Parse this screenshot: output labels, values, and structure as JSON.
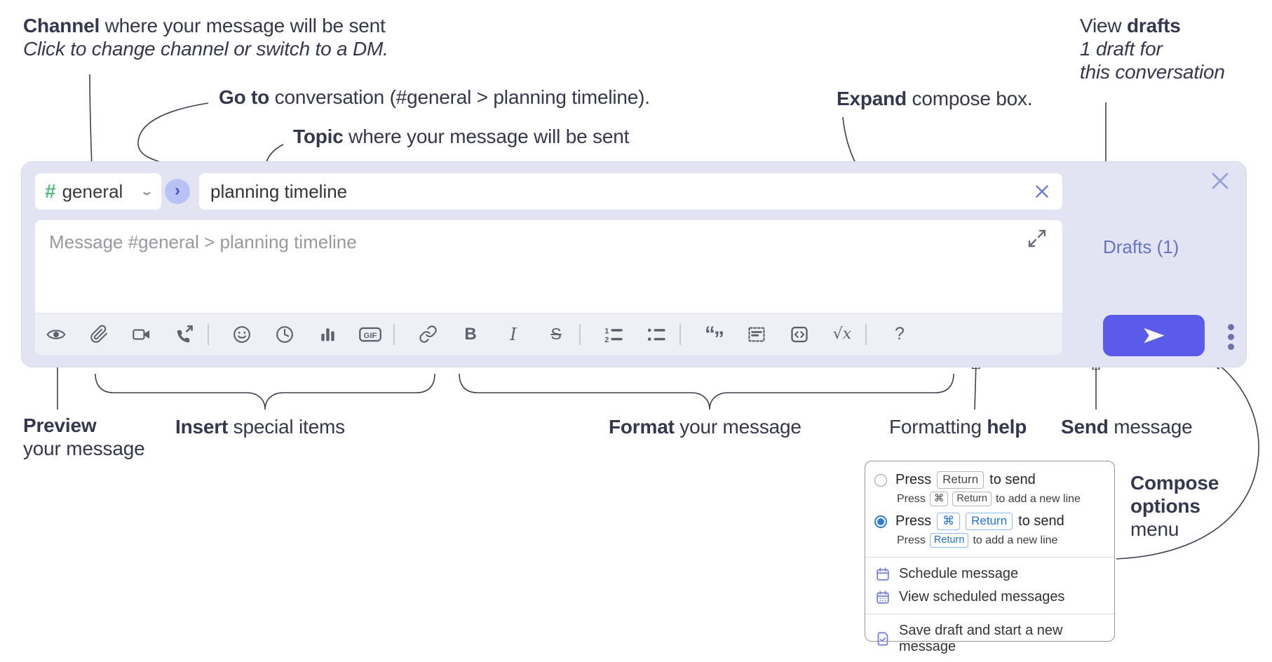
{
  "annotations": {
    "channel": {
      "bold": "Channel",
      "rest": " where your message will be sent",
      "sub": "Click to change channel or switch to a DM."
    },
    "goto": {
      "bold": "Go to",
      "rest": " conversation (#general > planning timeline)."
    },
    "topic": {
      "bold": "Topic",
      "rest": " where your message will be sent"
    },
    "expand": {
      "bold": "Expand",
      "rest": " compose box."
    },
    "drafts": {
      "pre": "View ",
      "bold": "drafts",
      "line2": "1 draft for",
      "line3": "this conversation"
    },
    "preview": {
      "bold": "Preview",
      "line2": "your message"
    },
    "insert": {
      "bold": "Insert",
      "rest": " special items"
    },
    "format": {
      "bold": "Format",
      "rest": " your message"
    },
    "help": {
      "pre": "Formatting ",
      "bold": "help"
    },
    "send": {
      "bold": "Send",
      "rest": " message"
    },
    "compose_options": {
      "line1": "Compose",
      "line2": "options",
      "line3": "menu"
    }
  },
  "compose": {
    "channel_hash": "#",
    "channel_name": "general",
    "topic_value": "planning timeline",
    "message_placeholder": "Message #general > planning timeline",
    "drafts_label": "Drafts (1)",
    "gif_label": "GIF",
    "bold_label": "B",
    "italic_label": "I",
    "strike_label": "S",
    "quote_open": "“",
    "quote_close": "”",
    "math_label": "√x",
    "help_label": "?"
  },
  "menu": {
    "option1": {
      "press": "Press",
      "key1": "Return",
      "tail": "to send"
    },
    "option1_sub": {
      "press": "Press",
      "key1": "⌘",
      "key2": "Return",
      "tail": "to add a new line"
    },
    "option2": {
      "press": "Press",
      "key1": "⌘",
      "key2": "Return",
      "tail": "to send"
    },
    "option2_sub": {
      "press": "Press",
      "key1": "Return",
      "tail": "to add a new line"
    },
    "items": [
      {
        "label": "Schedule message"
      },
      {
        "label": "View scheduled messages"
      },
      {
        "label": "Save draft and start a new message"
      }
    ]
  },
  "colors": {
    "send_button": "#5a5be8",
    "drafts_link": "#6673c6",
    "keycap_blue": "#2e7cd6",
    "channel_hash_green": "#50bd7d",
    "menu_icon_purple": "#7b82d9",
    "compose_bg": "#e2e4f3"
  }
}
